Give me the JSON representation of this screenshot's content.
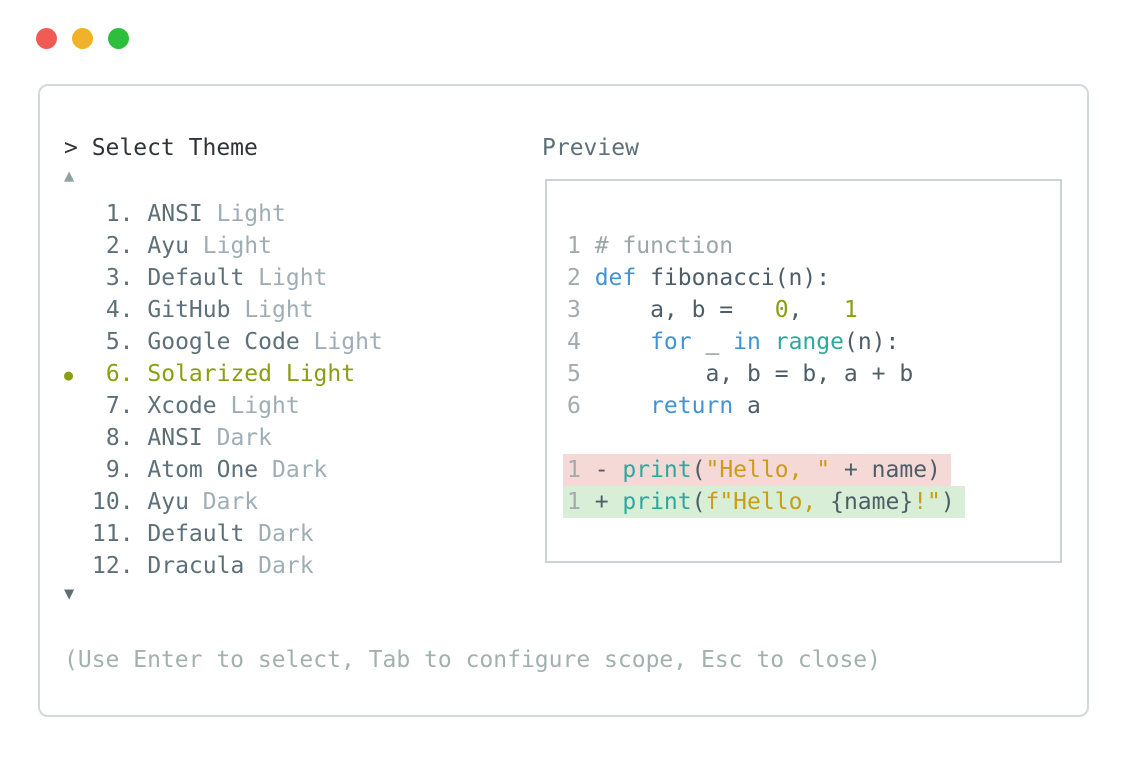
{
  "window": {
    "traffic_lights": [
      {
        "name": "close",
        "color": "#f05c54"
      },
      {
        "name": "minimize",
        "color": "#f0b22a"
      },
      {
        "name": "maximize",
        "color": "#2dbf3b"
      }
    ],
    "prompt": "> Select Theme",
    "preview_label": "Preview",
    "scroll_up_symbol": "▲",
    "scroll_down_symbol": "▼",
    "help_text": "(Use Enter to select, Tab to configure scope, Esc to close)"
  },
  "theme_list": {
    "bullet": "●",
    "selected_index": 5,
    "items": [
      {
        "number": "1.",
        "name": "ANSI",
        "variant": "Light",
        "selected": false
      },
      {
        "number": "2.",
        "name": "Ayu",
        "variant": "Light",
        "selected": false
      },
      {
        "number": "3.",
        "name": "Default",
        "variant": "Light",
        "selected": false
      },
      {
        "number": "4.",
        "name": "GitHub",
        "variant": "Light",
        "selected": false
      },
      {
        "number": "5.",
        "name": "Google Code",
        "variant": "Light",
        "selected": false
      },
      {
        "number": "6.",
        "name": "Solarized",
        "variant": "Light",
        "selected": true
      },
      {
        "number": "7.",
        "name": "Xcode",
        "variant": "Light",
        "selected": false
      },
      {
        "number": "8.",
        "name": "ANSI",
        "variant": "Dark",
        "selected": false
      },
      {
        "number": "9.",
        "name": "Atom One",
        "variant": "Dark",
        "selected": false
      },
      {
        "number": "10.",
        "name": "Ayu",
        "variant": "Dark",
        "selected": false
      },
      {
        "number": "11.",
        "name": "Default",
        "variant": "Dark",
        "selected": false
      },
      {
        "number": "12.",
        "name": "Dracula",
        "variant": "Dark",
        "selected": false
      }
    ]
  },
  "preview": {
    "code_lines": [
      {
        "lineno": "1",
        "tokens": [
          {
            "t": "# function",
            "c": "comment"
          }
        ]
      },
      {
        "lineno": "2",
        "tokens": [
          {
            "t": "def",
            "c": "kw"
          },
          {
            "t": " fibonacci(n):",
            "c": "plain"
          }
        ]
      },
      {
        "lineno": "3",
        "tokens": [
          {
            "t": "    a, b = ",
            "c": "plain"
          },
          {
            "t": "0",
            "c": "num"
          },
          {
            "t": ", ",
            "c": "plain"
          },
          {
            "t": "1",
            "c": "num"
          }
        ]
      },
      {
        "lineno": "4",
        "tokens": [
          {
            "t": "    ",
            "c": "plain"
          },
          {
            "t": "for",
            "c": "kw"
          },
          {
            "t": " _ ",
            "c": "plain"
          },
          {
            "t": "in",
            "c": "kw"
          },
          {
            "t": " ",
            "c": "plain"
          },
          {
            "t": "range",
            "c": "fn"
          },
          {
            "t": "(n):",
            "c": "plain"
          }
        ]
      },
      {
        "lineno": "5",
        "tokens": [
          {
            "t": "        a, b = b, a + b",
            "c": "plain"
          }
        ]
      },
      {
        "lineno": "6",
        "tokens": [
          {
            "t": "    ",
            "c": "plain"
          },
          {
            "t": "return",
            "c": "kw"
          },
          {
            "t": " a",
            "c": "plain"
          }
        ]
      }
    ],
    "diff_lines": [
      {
        "lineno": "1",
        "sign": "-",
        "type": "removed",
        "tokens": [
          {
            "t": "print",
            "c": "fn"
          },
          {
            "t": "(",
            "c": "plain"
          },
          {
            "t": "\"Hello, \"",
            "c": "str"
          },
          {
            "t": " + name)",
            "c": "plain"
          }
        ]
      },
      {
        "lineno": "1",
        "sign": "+",
        "type": "added",
        "tokens": [
          {
            "t": "print",
            "c": "fn"
          },
          {
            "t": "(",
            "c": "plain"
          },
          {
            "t": "f\"Hello, ",
            "c": "str"
          },
          {
            "t": "{name}",
            "c": "plain"
          },
          {
            "t": "!\"",
            "c": "str"
          },
          {
            "t": ")",
            "c": "plain"
          }
        ]
      }
    ]
  },
  "colors": {
    "selected": "#8a9e12",
    "keyword": "#4292d6",
    "function": "#2da99c",
    "string": "#cb9d15",
    "number_literal": "#8a9e12",
    "comment": "#9ba6a6",
    "plain_code": "#4e5e68",
    "removed_bg": "#f5d9d7",
    "added_bg": "#d9eed6",
    "window_border": "#d3d8da",
    "preview_border": "#ccd3d5",
    "help_text": "#a2b1ae"
  }
}
